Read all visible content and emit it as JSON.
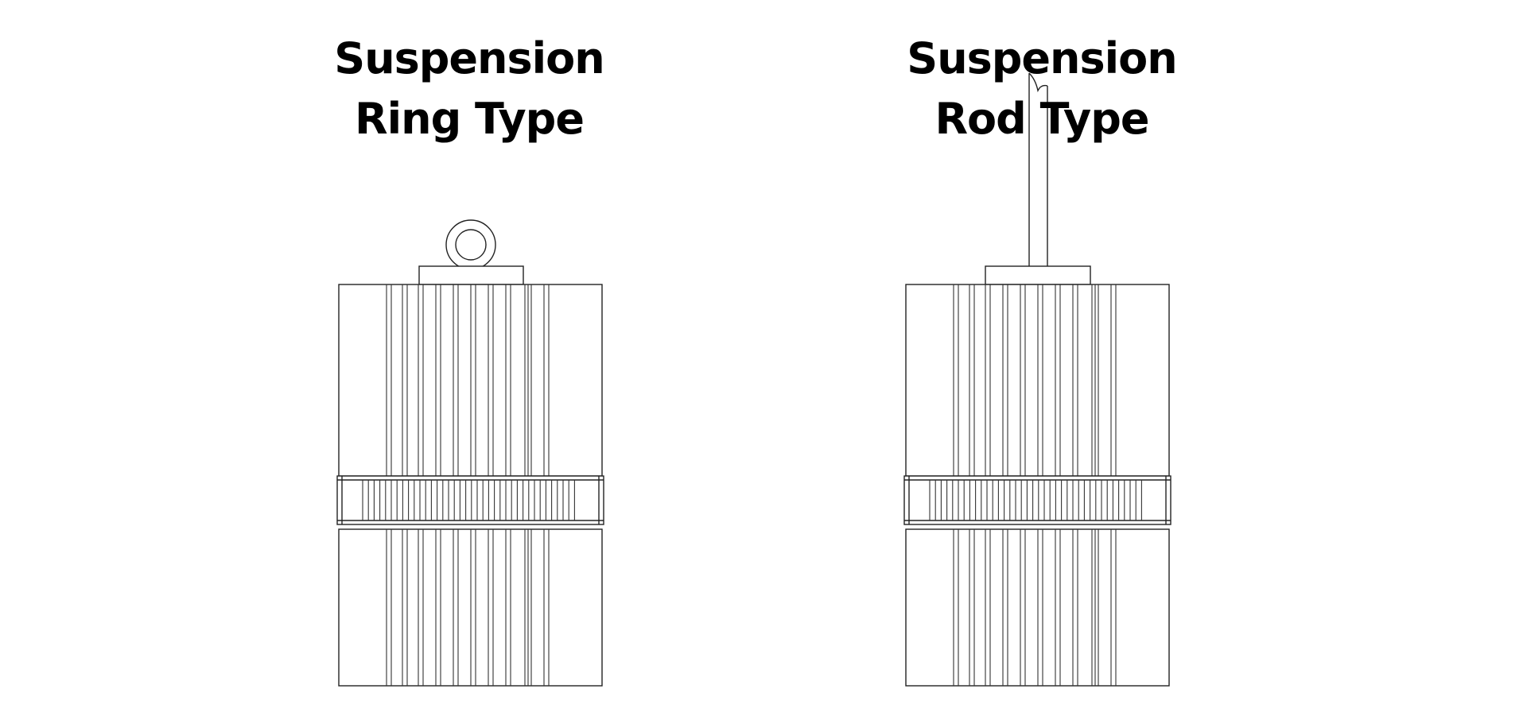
{
  "fixtures": [
    {
      "id": "ring",
      "title_line1": "Suspension",
      "title_line2": "Ring Type"
    },
    {
      "id": "rod",
      "title_line1": "Suspension",
      "title_line2": "Rod Type"
    }
  ],
  "colors": {
    "line": "#222222",
    "text": "#000000",
    "background": "#ffffff"
  }
}
